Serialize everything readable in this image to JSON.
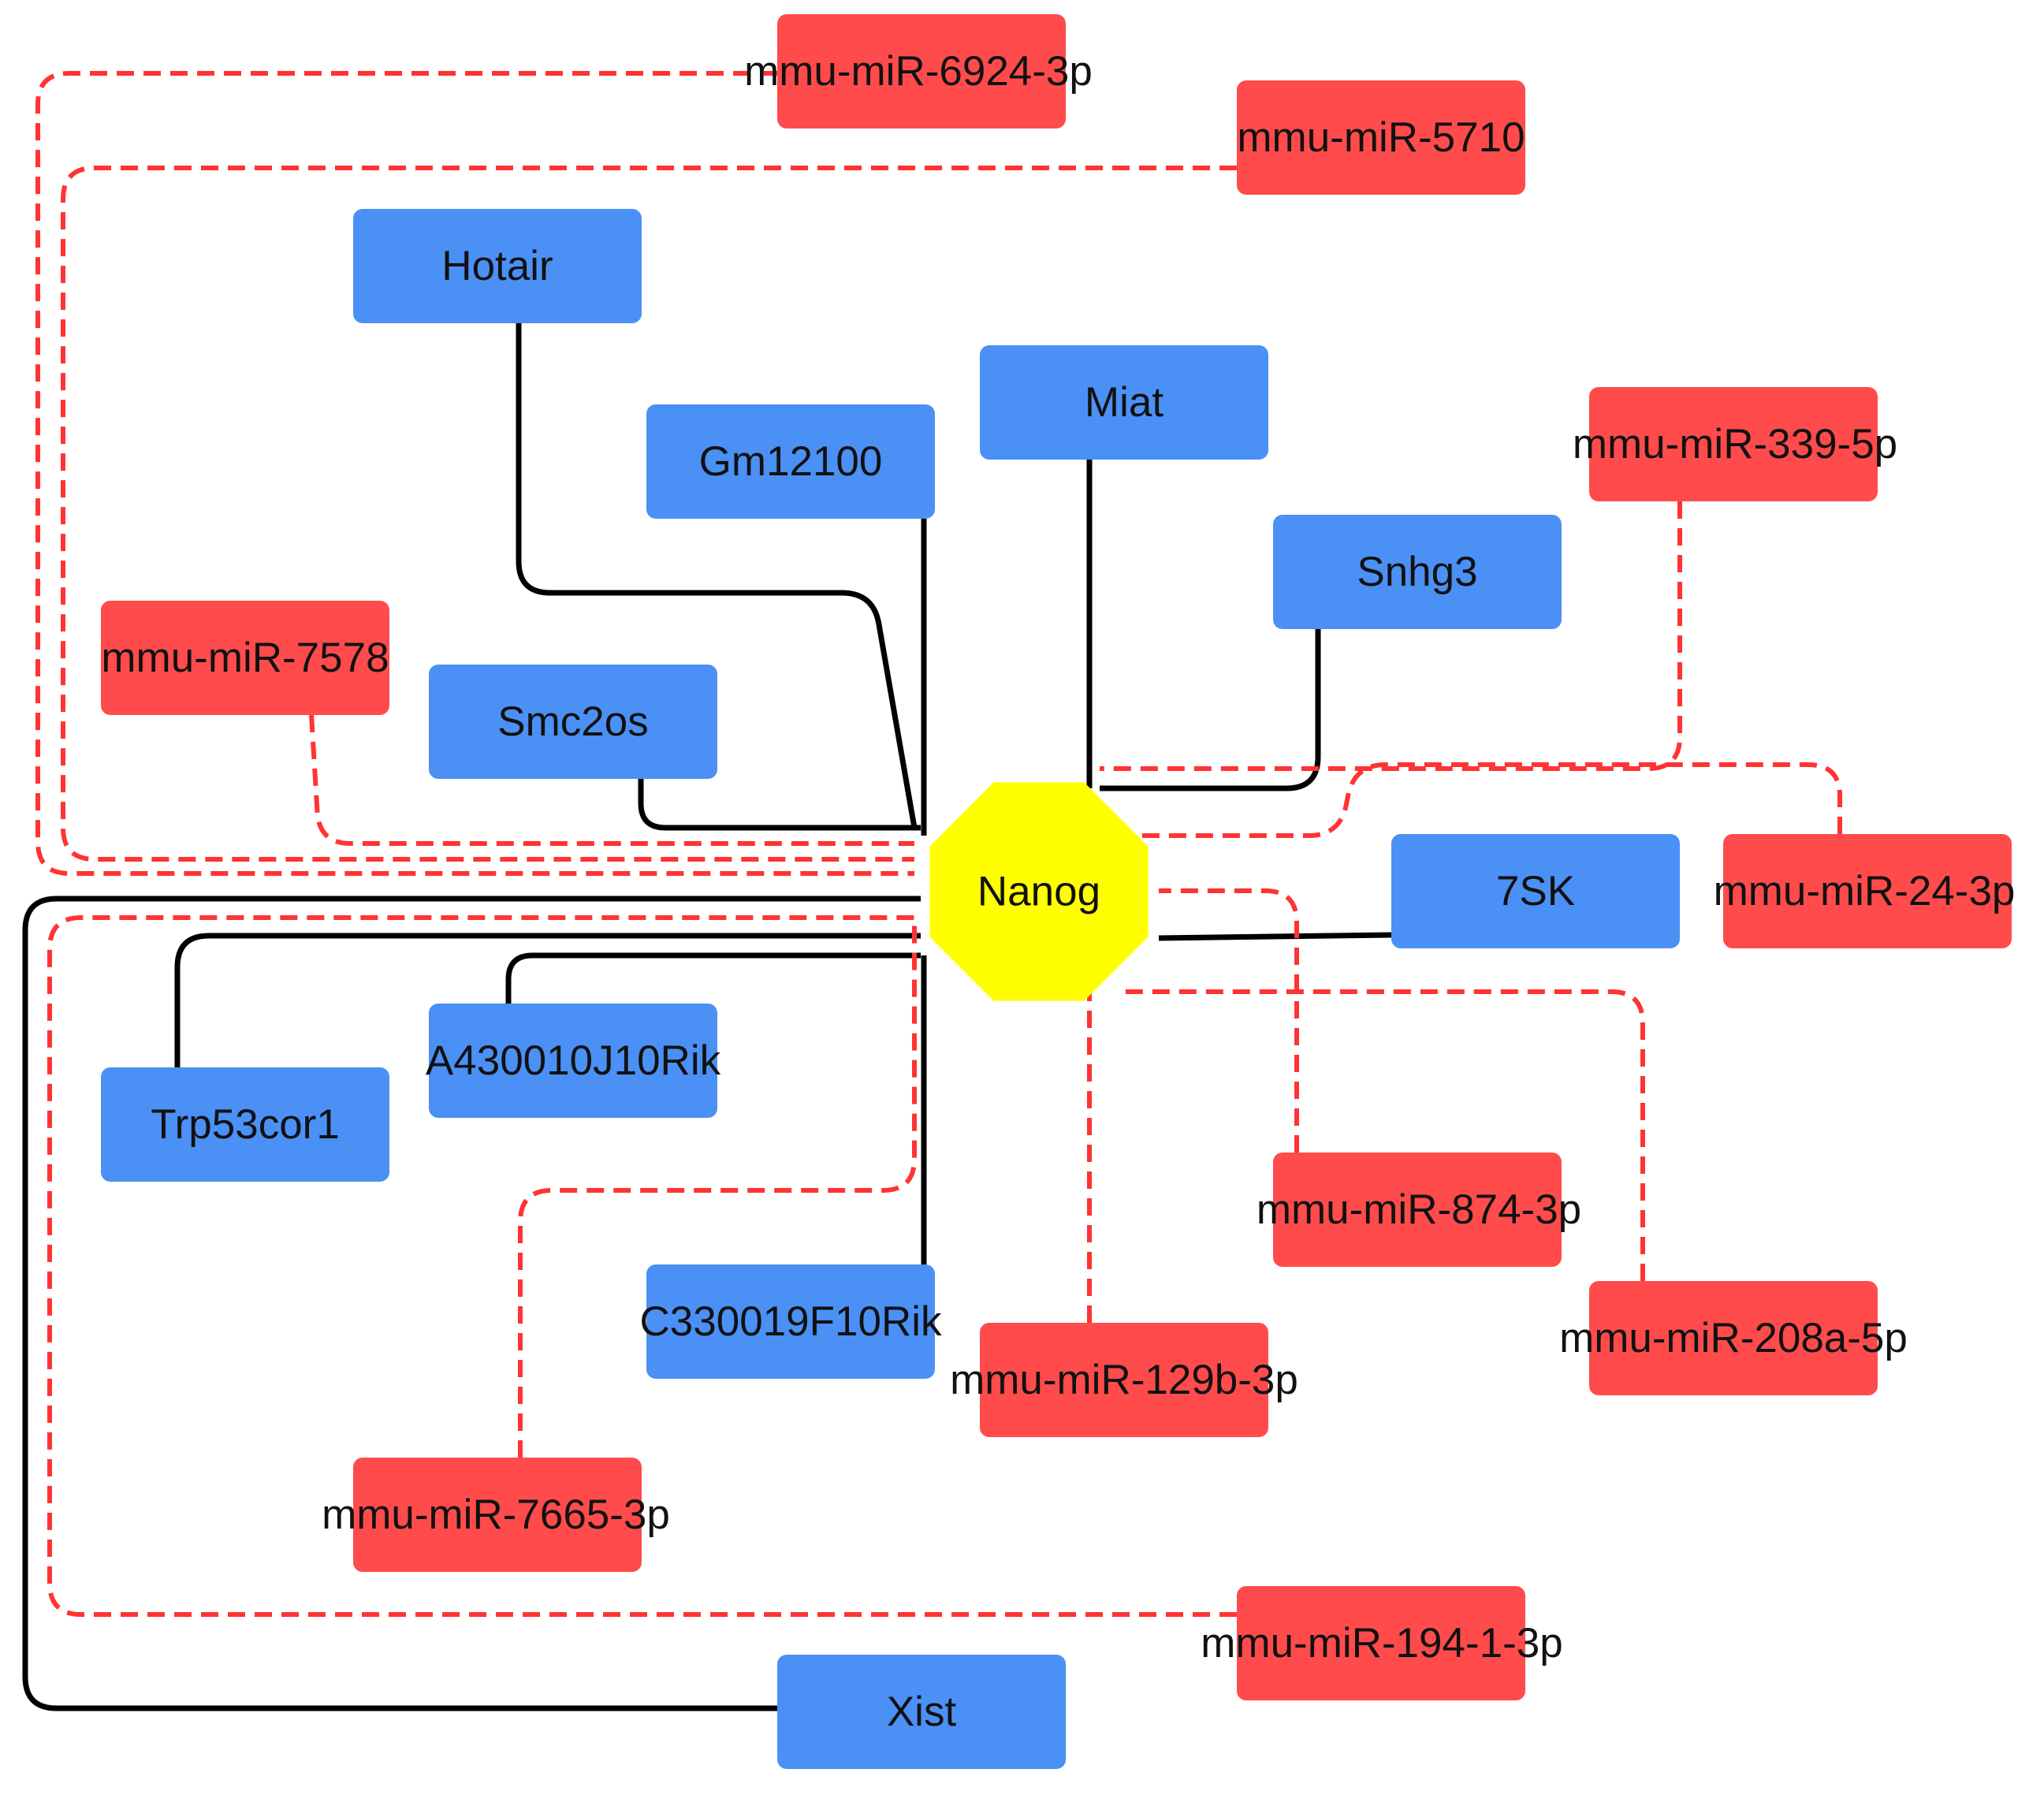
{
  "colors": {
    "background": "#ffffff",
    "lncrna_fill": "#4b90f5",
    "mirna_fill": "#ff4b4b",
    "hub_fill": "#ffff00",
    "solid_edge": "#000000",
    "dashed_edge": "#ff3333",
    "label_text": "#111111"
  },
  "diagram": {
    "hub": {
      "id": "nanog",
      "label": "Nanog",
      "shape": "octagon"
    },
    "lncrnas": [
      {
        "id": "hotair",
        "label": "Hotair"
      },
      {
        "id": "gm12100",
        "label": "Gm12100"
      },
      {
        "id": "miat",
        "label": "Miat"
      },
      {
        "id": "snhg3",
        "label": "Snhg3"
      },
      {
        "id": "smc2os",
        "label": "Smc2os"
      },
      {
        "id": "7sk",
        "label": "7SK"
      },
      {
        "id": "trp53cor1",
        "label": "Trp53cor1"
      },
      {
        "id": "a430010j10rik",
        "label": "A430010J10Rik"
      },
      {
        "id": "c330019f10rik",
        "label": "C330019F10Rik"
      },
      {
        "id": "xist",
        "label": "Xist"
      }
    ],
    "mirnas": [
      {
        "id": "mir6924",
        "label": "mmu-miR-6924-3p"
      },
      {
        "id": "mir5710",
        "label": "mmu-miR-5710"
      },
      {
        "id": "mir339",
        "label": "mmu-miR-339-5p"
      },
      {
        "id": "mir7578",
        "label": "mmu-miR-7578"
      },
      {
        "id": "mir24",
        "label": "mmu-miR-24-3p"
      },
      {
        "id": "mir874",
        "label": "mmu-miR-874-3p"
      },
      {
        "id": "mir208a",
        "label": "mmu-miR-208a-5p"
      },
      {
        "id": "mir129b",
        "label": "mmu-miR-129b-3p"
      },
      {
        "id": "mir7665",
        "label": "mmu-miR-7665-3p"
      },
      {
        "id": "mir194",
        "label": "mmu-miR-194-1-3p"
      }
    ],
    "solid_edges": [
      "hotair",
      "gm12100",
      "miat",
      "snhg3",
      "smc2os",
      "7sk",
      "trp53cor1",
      "a430010j10rik",
      "c330019f10rik",
      "xist"
    ],
    "dashed_edges": [
      "mir6924",
      "mir5710",
      "mir339",
      "mir7578",
      "mir24",
      "mir874",
      "mir208a",
      "mir129b",
      "mir7665",
      "mir194"
    ]
  }
}
